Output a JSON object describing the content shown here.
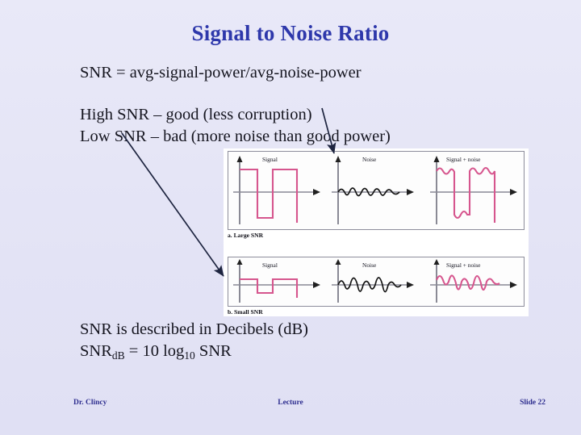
{
  "slide": {
    "title": "Signal to Noise Ratio",
    "background_color": "#e4e4f6",
    "title_color": "#2e38ab"
  },
  "body": {
    "definition": "SNR = avg-signal-power/avg-noise-power",
    "high_snr": "High SNR – good (less corruption)",
    "low_snr": "Low SNR – bad (more noise than good power)",
    "decibels": "SNR is described in Decibels (dB)",
    "formula": {
      "lead": "SNR",
      "sub1": "dB",
      "mid": " = 10 log",
      "sub2": "10",
      "tail": " SNR"
    }
  },
  "figure": {
    "panel_a": {
      "caption": "a. Large SNR",
      "plots": [
        {
          "label": "Signal",
          "name": "signal"
        },
        {
          "label": "Noise",
          "name": "noise"
        },
        {
          "label": "Signal + noise",
          "name": "signal-plus-noise"
        }
      ]
    },
    "panel_b": {
      "caption": "b. Small  SNR",
      "plots": [
        {
          "label": "Signal",
          "name": "signal"
        },
        {
          "label": "Noise",
          "name": "noise"
        },
        {
          "label": "Signal + noise",
          "name": "signal-plus-noise"
        }
      ]
    },
    "signal_color": "#d6568e",
    "noise_color": "#141414",
    "axis_color": "#8a8a95"
  },
  "annotations": {
    "arrow_to_large_snr": "arrow-pointing-to-large-snr-figure",
    "arrow_to_small_snr": "arrow-pointing-to-small-snr-figure",
    "arrow_color": "#1e2540"
  },
  "footer": {
    "left": "Dr. Clincy",
    "center": "Lecture",
    "right": "Slide 22"
  }
}
